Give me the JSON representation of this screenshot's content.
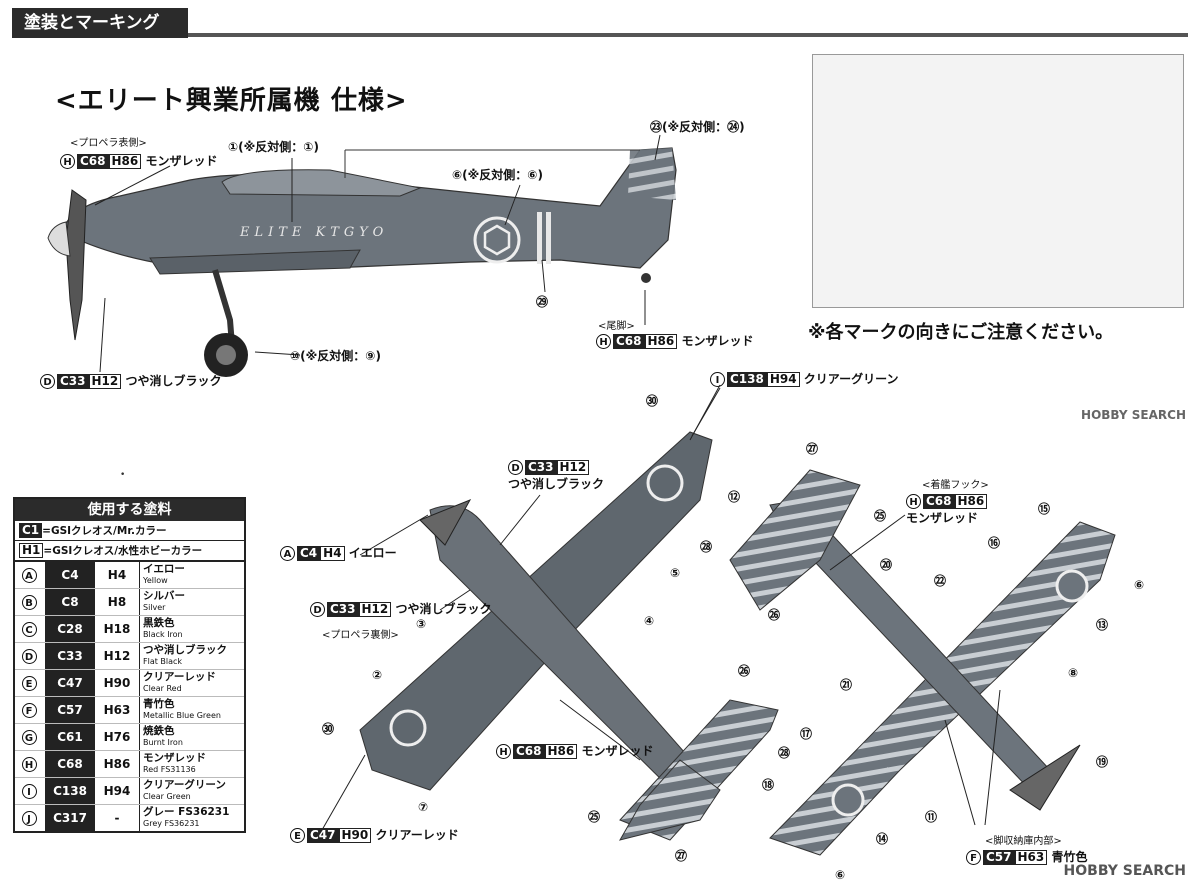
{
  "header": {
    "title": "塗装とマーキング"
  },
  "spec_title": "<エリート興業所属機 仕様>",
  "side_view": {
    "prop_front_note": "<プロペラ表側>",
    "prop_front_color": {
      "letter": "H",
      "c": "C68",
      "h": "H86",
      "name": "モンザレッド"
    },
    "callout_1": "①(※反対側：①)",
    "callout_6": "⑥(※反対側：⑥)",
    "callout_23": "㉓(※反対側：㉔)",
    "callout_29": "㉙",
    "callout_10": "⑩(※反対側：⑨)",
    "tailwheel_note": "<尾脚>",
    "tailwheel_color": {
      "letter": "H",
      "c": "C68",
      "h": "H86",
      "name": "モンザレッド"
    },
    "gear_color": {
      "letter": "D",
      "c": "C33",
      "h": "H12",
      "name": "つや消しブラック"
    },
    "fuselage_text": "ELITE KTGYO"
  },
  "decal_note": "※各マークの向きにご注意ください。",
  "top_view": {
    "clear_green": {
      "letter": "I",
      "c": "C138",
      "h": "H94",
      "name": "クリアーグリーン"
    },
    "flat_black": {
      "letter": "D",
      "c": "C33",
      "h": "H12",
      "name": "つや消しブラック"
    },
    "yellow": {
      "letter": "A",
      "c": "C4",
      "h": "H4",
      "name": "イエロー"
    },
    "flat_black_2": {
      "letter": "D",
      "c": "C33",
      "h": "H12",
      "name": "つや消しブラック"
    },
    "prop_back_note": "<プロペラ裏側>",
    "monza": {
      "letter": "H",
      "c": "C68",
      "h": "H86",
      "name": "モンザレッド"
    },
    "clear_red": {
      "letter": "E",
      "c": "C47",
      "h": "H90",
      "name": "クリアーレッド"
    },
    "numbers": {
      "n30a": "㉚",
      "n12": "⑫",
      "n5": "⑤",
      "n4": "④",
      "n3": "③",
      "n2": "②",
      "n30b": "㉚",
      "n7": "⑦",
      "n26": "㉖",
      "n28": "㉘",
      "n25": "㉕",
      "n27": "㉗"
    }
  },
  "bottom_view": {
    "hook_note": "<着艦フック>",
    "hook_color": {
      "letter": "H",
      "c": "C68",
      "h": "H86",
      "name": "モンザレッド"
    },
    "gear_bay_note": "<脚収納庫内部>",
    "gear_bay_color": {
      "letter": "F",
      "c": "C57",
      "h": "H63",
      "name": "青竹色"
    },
    "numbers": {
      "n27": "㉗",
      "n25": "㉕",
      "n28": "㉘",
      "n26": "㉖",
      "n20": "⑳",
      "n22": "㉒",
      "n21": "㉑",
      "n16": "⑯",
      "n15": "⑮",
      "n6": "⑥",
      "n13": "⑬",
      "n8": "⑧",
      "n17": "⑰",
      "n18": "⑱",
      "n14": "⑭",
      "n11": "⑪",
      "n19": "⑲",
      "n6b": "⑥"
    }
  },
  "paint_table": {
    "title": "使用する塗料",
    "legend_c": {
      "code": "C1",
      "text": "=GSIクレオス/Mr.カラー"
    },
    "legend_h": {
      "code": "H1",
      "text": "=GSIクレオス/水性ホビーカラー"
    },
    "rows": [
      {
        "letter": "A",
        "c": "C4",
        "h": "H4",
        "jp": "イエロー",
        "en": "Yellow"
      },
      {
        "letter": "B",
        "c": "C8",
        "h": "H8",
        "jp": "シルバー",
        "en": "Silver"
      },
      {
        "letter": "C",
        "c": "C28",
        "h": "H18",
        "jp": "黒鉄色",
        "en": "Black Iron"
      },
      {
        "letter": "D",
        "c": "C33",
        "h": "H12",
        "jp": "つや消しブラック",
        "en": "Flat Black"
      },
      {
        "letter": "E",
        "c": "C47",
        "h": "H90",
        "jp": "クリアーレッド",
        "en": "Clear Red"
      },
      {
        "letter": "F",
        "c": "C57",
        "h": "H63",
        "jp": "青竹色",
        "en": "Metallic Blue Green"
      },
      {
        "letter": "G",
        "c": "C61",
        "h": "H76",
        "jp": "焼鉄色",
        "en": "Burnt Iron"
      },
      {
        "letter": "H",
        "c": "C68",
        "h": "H86",
        "jp": "モンザレッド",
        "en": "Red FS31136"
      },
      {
        "letter": "I",
        "c": "C138",
        "h": "H94",
        "jp": "クリアーグリーン",
        "en": "Clear Green"
      },
      {
        "letter": "J",
        "c": "C317",
        "h": "-",
        "jp": "グレー FS36231",
        "en": "Grey FS36231"
      }
    ]
  },
  "watermark": "HOBBY SEARCH"
}
